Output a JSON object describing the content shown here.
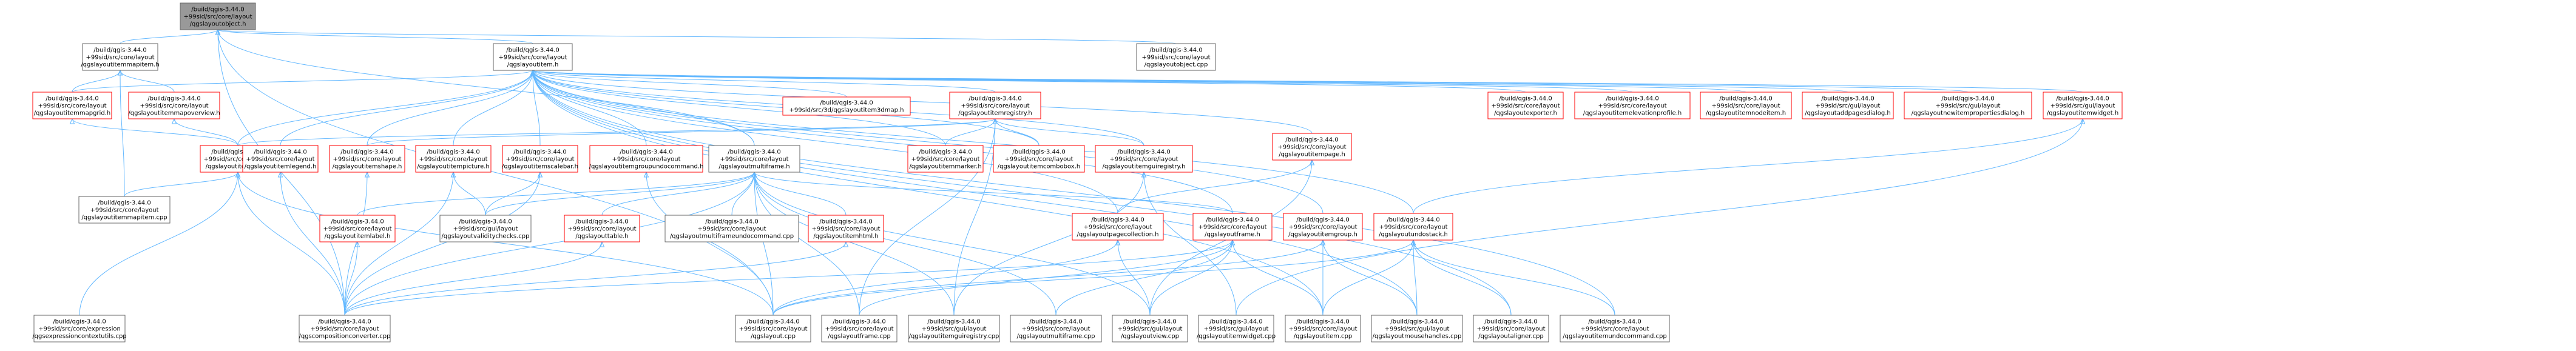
{
  "colors": {
    "edge": "#63b8ff",
    "focus_fill": "#999999",
    "focus_border": "#666666",
    "normal_border": "#666666",
    "normal_fill": "#ffffff",
    "truncated_border": "#ff0000",
    "text": "#000000"
  },
  "nodes": [
    {
      "id": "n0",
      "lines": [
        "/build/qgis-3.44.0",
        "+99sid/src/core/layout",
        "/qgslayoutobject.h"
      ],
      "style": "focus"
    },
    {
      "id": "n1",
      "lines": [
        "/build/qgis-3.44.0",
        "+99sid/src/core/layout",
        "/qgslayoutitemmapitem.h"
      ],
      "style": "normal"
    },
    {
      "id": "n2",
      "lines": [
        "/build/qgis-3.44.0",
        "+99sid/src/core/layout",
        "/qgslayoutitem.h"
      ],
      "style": "normal"
    },
    {
      "id": "n3",
      "lines": [
        "/build/qgis-3.44.0",
        "+99sid/src/core/layout",
        "/qgslayoutobject.cpp"
      ],
      "style": "normal"
    },
    {
      "id": "n4",
      "lines": [
        "/build/qgis-3.44.0",
        "+99sid/src/core/layout",
        "/qgslayoutitemmapgrid.h"
      ],
      "style": "truncated"
    },
    {
      "id": "n5",
      "lines": [
        "/build/qgis-3.44.0",
        "+99sid/src/core/layout",
        "/qgslayoutitemmapoverview.h"
      ],
      "style": "truncated"
    },
    {
      "id": "n6",
      "lines": [
        "/build/qgis-3.44.0",
        "+99sid/src/core/layout",
        "/qgslayoutitemmap.h"
      ],
      "style": "truncated"
    },
    {
      "id": "n7",
      "lines": [
        "/build/qgis-3.44.0",
        "+99sid/src/core/layout",
        "/qgslayoutitemmapitem.cpp"
      ],
      "style": "normal"
    },
    {
      "id": "n8",
      "lines": [
        "/build/qgis-3.44.0",
        "+99sid/src/core/layout",
        "/qgslayoutitemlegend.h"
      ],
      "style": "truncated"
    },
    {
      "id": "n9",
      "lines": [
        "/build/qgis-3.44.0",
        "+99sid/src/core/layout",
        "/qgslayoutitemshape.h"
      ],
      "style": "truncated"
    },
    {
      "id": "n10",
      "lines": [
        "/build/qgis-3.44.0",
        "+99sid/src/core/layout",
        "/qgslayoutitempicture.h"
      ],
      "style": "truncated"
    },
    {
      "id": "n11",
      "lines": [
        "/build/qgis-3.44.0",
        "+99sid/src/core/layout",
        "/qgslayoutitemscalebar.h"
      ],
      "style": "truncated"
    },
    {
      "id": "n12",
      "lines": [
        "/build/qgis-3.44.0",
        "+99sid/src/core/layout",
        "/qgslayoutitemgroupundocommand.h"
      ],
      "style": "truncated"
    },
    {
      "id": "n13",
      "lines": [
        "/build/qgis-3.44.0",
        "+99sid/src/3d/qgslayoutitem3dmap.h"
      ],
      "style": "truncated"
    },
    {
      "id": "n14",
      "lines": [
        "/build/qgis-3.44.0",
        "+99sid/src/core/layout",
        "/qgslayoutmultiframe.h"
      ],
      "style": "normal"
    },
    {
      "id": "n15",
      "lines": [
        "/build/qgis-3.44.0",
        "+99sid/src/core/layout",
        "/qgslayoutitemregistry.h"
      ],
      "style": "truncated"
    },
    {
      "id": "n16",
      "lines": [
        "/build/qgis-3.44.0",
        "+99sid/src/core/layout",
        "/qgslayoutitemmarker.h"
      ],
      "style": "truncated"
    },
    {
      "id": "n17",
      "lines": [
        "/build/qgis-3.44.0",
        "+99sid/src/core/layout",
        "/qgslayoutitemcombobox.h"
      ],
      "style": "truncated"
    },
    {
      "id": "n18",
      "lines": [
        "/build/qgis-3.44.0",
        "+99sid/src/core/layout",
        "/qgslayoutitemguiregistry.h"
      ],
      "style": "truncated"
    },
    {
      "id": "n19",
      "lines": [
        "/build/qgis-3.44.0",
        "+99sid/src/core/layout",
        "/qgslayoutitempage.h"
      ],
      "style": "truncated"
    },
    {
      "id": "n20",
      "lines": [
        "/build/qgis-3.44.0",
        "+99sid/src/core/layout",
        "/qgslayoutexporter.h"
      ],
      "style": "truncated"
    },
    {
      "id": "n21",
      "lines": [
        "/build/qgis-3.44.0",
        "+99sid/src/core/layout",
        "/qgslayoutitemelevationprofile.h"
      ],
      "style": "truncated"
    },
    {
      "id": "n22",
      "lines": [
        "/build/qgis-3.44.0",
        "+99sid/src/core/layout",
        "/qgslayoutitemnodeitem.h"
      ],
      "style": "truncated"
    },
    {
      "id": "n23",
      "lines": [
        "/build/qgis-3.44.0",
        "+99sid/src/gui/layout",
        "/qgslayoutaddpagesdialog.h"
      ],
      "style": "truncated"
    },
    {
      "id": "n24",
      "lines": [
        "/build/qgis-3.44.0",
        "+99sid/src/gui/layout",
        "/qgslayoutnewitempropertiesdialog.h"
      ],
      "style": "truncated"
    },
    {
      "id": "n25",
      "lines": [
        "/build/qgis-3.44.0",
        "+99sid/src/gui/layout",
        "/qgslayoutitemwidget.h"
      ],
      "style": "truncated"
    },
    {
      "id": "n26",
      "lines": [
        "/build/qgis-3.44.0",
        "+99sid/src/core/layout",
        "/qgslayoutitemlabel.h"
      ],
      "style": "truncated"
    },
    {
      "id": "n27",
      "lines": [
        "/build/qgis-3.44.0",
        "+99sid/src/core/layout",
        "/qgslayouttable.h"
      ],
      "style": "truncated"
    },
    {
      "id": "n28",
      "lines": [
        "/build/qgis-3.44.0",
        "+99sid/src/gui/layout",
        "/qgslayoutvaliditychecks.cpp"
      ],
      "style": "normal"
    },
    {
      "id": "n29",
      "lines": [
        "/build/qgis-3.44.0",
        "+99sid/src/core/layout",
        "/qgslayoutmultiframeundocommand.cpp"
      ],
      "style": "normal"
    },
    {
      "id": "n30",
      "lines": [
        "/build/qgis-3.44.0",
        "+99sid/src/core/layout",
        "/qgslayoutitemhtml.h"
      ],
      "style": "truncated"
    },
    {
      "id": "n31",
      "lines": [
        "/build/qgis-3.44.0",
        "+99sid/src/core/layout",
        "/qgslayoutpagecollection.h"
      ],
      "style": "truncated"
    },
    {
      "id": "n32",
      "lines": [
        "/build/qgis-3.44.0",
        "+99sid/src/core/layout",
        "/qgslayoutframe.h"
      ],
      "style": "truncated"
    },
    {
      "id": "n33",
      "lines": [
        "/build/qgis-3.44.0",
        "+99sid/src/core/layout",
        "/qgslayoutitemgroup.h"
      ],
      "style": "truncated"
    },
    {
      "id": "n34",
      "lines": [
        "/build/qgis-3.44.0",
        "+99sid/src/core/layout",
        "/qgslayoutundostack.h"
      ],
      "style": "truncated"
    },
    {
      "id": "n35",
      "lines": [
        "/build/qgis-3.44.0",
        "+99sid/src/core/expression",
        "/qgsexpressioncontextutils.cpp"
      ],
      "style": "normal"
    },
    {
      "id": "n36",
      "lines": [
        "/build/qgis-3.44.0",
        "+99sid/src/core/layout",
        "/qgscompositionconverter.cpp"
      ],
      "style": "normal"
    },
    {
      "id": "n37",
      "lines": [
        "/build/qgis-3.44.0",
        "+99sid/src/core/layout",
        "/qgslayout.cpp"
      ],
      "style": "normal"
    },
    {
      "id": "n38",
      "lines": [
        "/build/qgis-3.44.0",
        "+99sid/src/core/layout",
        "/qgslayoutframe.cpp"
      ],
      "style": "normal"
    },
    {
      "id": "n39",
      "lines": [
        "/build/qgis-3.44.0",
        "+99sid/src/gui/layout",
        "/qgslayoutitemguiregistry.cpp"
      ],
      "style": "normal"
    },
    {
      "id": "n40",
      "lines": [
        "/build/qgis-3.44.0",
        "+99sid/src/core/layout",
        "/qgslayoutmultiframe.cpp"
      ],
      "style": "normal"
    },
    {
      "id": "n41",
      "lines": [
        "/build/qgis-3.44.0",
        "+99sid/src/gui/layout",
        "/qgslayoutview.cpp"
      ],
      "style": "normal"
    },
    {
      "id": "n42",
      "lines": [
        "/build/qgis-3.44.0",
        "+99sid/src/gui/layout",
        "/qgslayoutitemwidget.cpp"
      ],
      "style": "normal"
    },
    {
      "id": "n43",
      "lines": [
        "/build/qgis-3.44.0",
        "+99sid/src/core/layout",
        "/qgslayoutitem.cpp"
      ],
      "style": "normal"
    },
    {
      "id": "n44",
      "lines": [
        "/build/qgis-3.44.0",
        "+99sid/src/gui/layout",
        "/qgslayoutmousehandles.cpp"
      ],
      "style": "normal"
    },
    {
      "id": "n45",
      "lines": [
        "/build/qgis-3.44.0",
        "+99sid/src/core/layout",
        "/qgslayoutaligner.cpp"
      ],
      "style": "normal"
    },
    {
      "id": "n46",
      "lines": [
        "/build/qgis-3.44.0",
        "+99sid/src/core/layout",
        "/qgslayoutitemundocommand.cpp"
      ],
      "style": "normal"
    }
  ],
  "edges": [
    [
      "n0",
      "n1"
    ],
    [
      "n0",
      "n2"
    ],
    [
      "n0",
      "n3"
    ],
    [
      "n0",
      "n14"
    ],
    [
      "n0",
      "n36"
    ],
    [
      "n0",
      "n37"
    ],
    [
      "n1",
      "n4"
    ],
    [
      "n1",
      "n5"
    ],
    [
      "n1",
      "n7"
    ],
    [
      "n4",
      "n6"
    ],
    [
      "n5",
      "n6"
    ],
    [
      "n6",
      "n7"
    ],
    [
      "n6",
      "n35"
    ],
    [
      "n6",
      "n36"
    ],
    [
      "n6",
      "n37"
    ],
    [
      "n2",
      "n4"
    ],
    [
      "n2",
      "n6"
    ],
    [
      "n2",
      "n8"
    ],
    [
      "n2",
      "n9"
    ],
    [
      "n2",
      "n10"
    ],
    [
      "n2",
      "n11"
    ],
    [
      "n2",
      "n12"
    ],
    [
      "n2",
      "n13"
    ],
    [
      "n2",
      "n14"
    ],
    [
      "n2",
      "n15"
    ],
    [
      "n2",
      "n16"
    ],
    [
      "n2",
      "n17"
    ],
    [
      "n2",
      "n18"
    ],
    [
      "n2",
      "n19"
    ],
    [
      "n2",
      "n20"
    ],
    [
      "n2",
      "n21"
    ],
    [
      "n2",
      "n22"
    ],
    [
      "n2",
      "n23"
    ],
    [
      "n2",
      "n24"
    ],
    [
      "n2",
      "n25"
    ],
    [
      "n2",
      "n31"
    ],
    [
      "n2",
      "n32"
    ],
    [
      "n2",
      "n33"
    ],
    [
      "n2",
      "n34"
    ],
    [
      "n2",
      "n43"
    ],
    [
      "n2",
      "n44"
    ],
    [
      "n2",
      "n45"
    ],
    [
      "n2",
      "n46"
    ],
    [
      "n8",
      "n36"
    ],
    [
      "n9",
      "n36"
    ],
    [
      "n10",
      "n28"
    ],
    [
      "n10",
      "n36"
    ],
    [
      "n11",
      "n28"
    ],
    [
      "n11",
      "n36"
    ],
    [
      "n12",
      "n37"
    ],
    [
      "n14",
      "n26"
    ],
    [
      "n14",
      "n27"
    ],
    [
      "n14",
      "n28"
    ],
    [
      "n14",
      "n29"
    ],
    [
      "n14",
      "n30"
    ],
    [
      "n14",
      "n32"
    ],
    [
      "n14",
      "n36"
    ],
    [
      "n14",
      "n37"
    ],
    [
      "n14",
      "n38"
    ],
    [
      "n14",
      "n39"
    ],
    [
      "n14",
      "n40"
    ],
    [
      "n14",
      "n41"
    ],
    [
      "n15",
      "n6"
    ],
    [
      "n15",
      "n9"
    ],
    [
      "n15",
      "n16"
    ],
    [
      "n15",
      "n17"
    ],
    [
      "n15",
      "n18"
    ],
    [
      "n15",
      "n38"
    ],
    [
      "n15",
      "n39"
    ],
    [
      "n18",
      "n39"
    ],
    [
      "n18",
      "n42"
    ],
    [
      "n19",
      "n31"
    ],
    [
      "n19",
      "n41"
    ],
    [
      "n25",
      "n42"
    ],
    [
      "n25",
      "n34"
    ],
    [
      "n26",
      "n36"
    ],
    [
      "n27",
      "n36"
    ],
    [
      "n30",
      "n36"
    ],
    [
      "n31",
      "n37"
    ],
    [
      "n31",
      "n41"
    ],
    [
      "n32",
      "n36"
    ],
    [
      "n32",
      "n38"
    ],
    [
      "n32",
      "n40"
    ],
    [
      "n32",
      "n41"
    ],
    [
      "n32",
      "n43"
    ],
    [
      "n33",
      "n37"
    ],
    [
      "n33",
      "n43"
    ],
    [
      "n33",
      "n44"
    ],
    [
      "n34",
      "n37"
    ],
    [
      "n34",
      "n43"
    ],
    [
      "n34",
      "n44"
    ],
    [
      "n34",
      "n45"
    ],
    [
      "n34",
      "n46"
    ]
  ]
}
